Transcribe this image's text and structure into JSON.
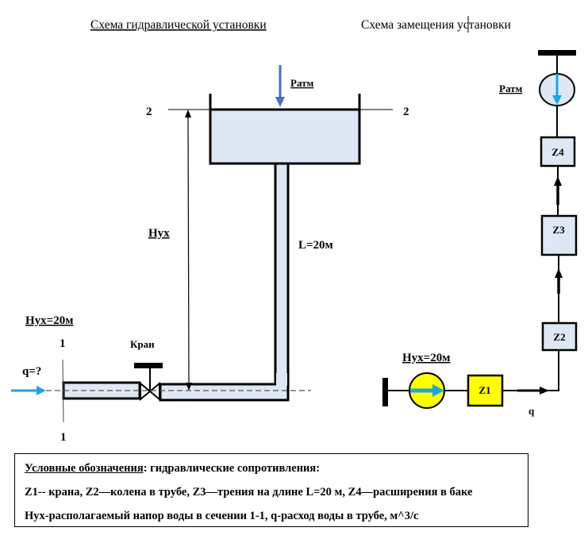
{
  "titles": {
    "left": "Схема  гидравлической  установки",
    "right": "Схема  замещения установки"
  },
  "left_scheme": {
    "p_atm_label": "Pатм",
    "section_2_left": "2",
    "section_2_right": "2",
    "head_label": "Hух",
    "length_label": "L=20м",
    "head_value_label": "Hух=20м",
    "section_1_top": "1",
    "section_1_bottom": "1",
    "flow_label": "q=?",
    "valve_label": "Кран"
  },
  "right_scheme": {
    "p_atm_label": "Pатм",
    "source_label": "Hух=20м",
    "flow_label": "q",
    "elements": [
      {
        "id": "z1",
        "label": "Z1",
        "fill": "#ffff00"
      },
      {
        "id": "z2",
        "label": "Z2",
        "fill": "#dde8f4"
      },
      {
        "id": "z3",
        "label": "Z3",
        "fill": "#dde8f4"
      },
      {
        "id": "z4",
        "label": "Z4",
        "fill": "#dde8f4"
      }
    ]
  },
  "colors": {
    "water": "#dde8f4",
    "arrow_blue": "#1aa6e6",
    "arrow_blue_dark": "#4472c4",
    "source_yellow": "#ffff00"
  },
  "legend": {
    "line1_underlined": "Условные обозначения",
    "line1_rest": ": гидравлические сопротивления:",
    "line2": "Z1-- крана, Z2—колена в трубе, Z3—трения на длине L=20 м,  Z4—расширения в баке",
    "line3": "Hух-располагаемый напор воды в сечении 1-1,  q-расход воды в трубе, м^3/с"
  }
}
